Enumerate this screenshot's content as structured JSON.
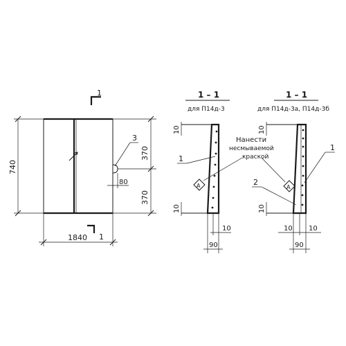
{
  "plan": {
    "section_mark": "1",
    "section_mark_bottom": "1",
    "dim_width": "1840",
    "dim_height": "740",
    "dim_upper": "370",
    "dim_lower": "370",
    "dim_offset": "80",
    "callout": "3"
  },
  "section_a": {
    "title": "1 – 1",
    "subtitle": "для П14д-3",
    "dim_top": "10",
    "dim_bottom": "10",
    "dim_width": "90",
    "dim_inner": "10",
    "callout": "1",
    "note_line1": "Нанести",
    "note_line2": "несмываемой",
    "note_line3": "краской",
    "mark_letter": "А"
  },
  "section_b": {
    "title": "1 – 1",
    "subtitle": "для П14д-3а, П14д-3б",
    "dim_top": "10",
    "dim_bottom": "10",
    "dim_width": "90",
    "dim_left": "10",
    "dim_right": "10",
    "callout_1": "1",
    "callout_2": "2",
    "mark_letter": "А"
  }
}
